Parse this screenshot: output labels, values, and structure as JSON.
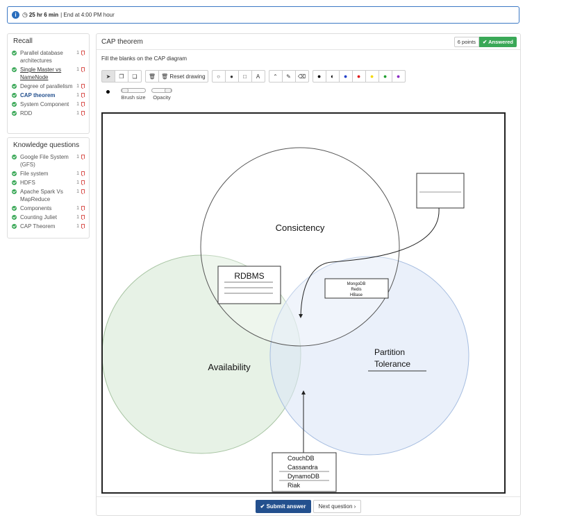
{
  "timer": {
    "time": "25 hr 6 min",
    "end_text": "| End at 4:00 PM hour"
  },
  "recall": {
    "title": "Recall",
    "items": [
      {
        "label": "Parallel database architectures",
        "points": "1",
        "style": ""
      },
      {
        "label": "Single Master vs NameNode",
        "points": "1",
        "style": "u"
      },
      {
        "label": "Degree of parallelism",
        "points": "1",
        "style": ""
      },
      {
        "label": "CAP theorem",
        "points": "1",
        "style": "active"
      },
      {
        "label": "System Component",
        "points": "1",
        "style": ""
      },
      {
        "label": "RDD",
        "points": "1",
        "style": ""
      }
    ]
  },
  "knowledge": {
    "title": "Knowledge questions",
    "items": [
      {
        "label": "Google File System (GFS)",
        "points": "1"
      },
      {
        "label": "File system",
        "points": "1"
      },
      {
        "label": "HDFS",
        "points": "1"
      },
      {
        "label": "Apache Spark Vs MapReduce",
        "points": "1"
      },
      {
        "label": "Components",
        "points": "1"
      },
      {
        "label": "Counting Juliet",
        "points": "1"
      },
      {
        "label": "CAP Theorem",
        "points": "1"
      }
    ]
  },
  "question": {
    "title": "CAP theorem",
    "points": "6 points",
    "status": "Answered",
    "prompt": "Fill the blanks on the CAP diagram"
  },
  "toolbar": {
    "reset_label": "Reset drawing",
    "text_tool": "A",
    "colors": [
      "#000000",
      "#000000",
      "#2340c8",
      "#e01b1b",
      "#f5d90a",
      "#1f9e2f",
      "#8a2cc4"
    ]
  },
  "sliders": {
    "brush_label": "Brush size",
    "opacity_label": "Opacity"
  },
  "diagram": {
    "consistency": "Consictency",
    "availability": "Availability",
    "partition": [
      "Partition",
      "Tolerance"
    ],
    "rdbms": "RDBMS",
    "cp_box": [
      "MongoDB",
      "Redis",
      "HBase"
    ],
    "ap_box": [
      "CouchDB",
      "Cassandra",
      "DynamoDB",
      "Riak"
    ]
  },
  "footer": {
    "submit": "Submit answer",
    "next": "Next question"
  }
}
